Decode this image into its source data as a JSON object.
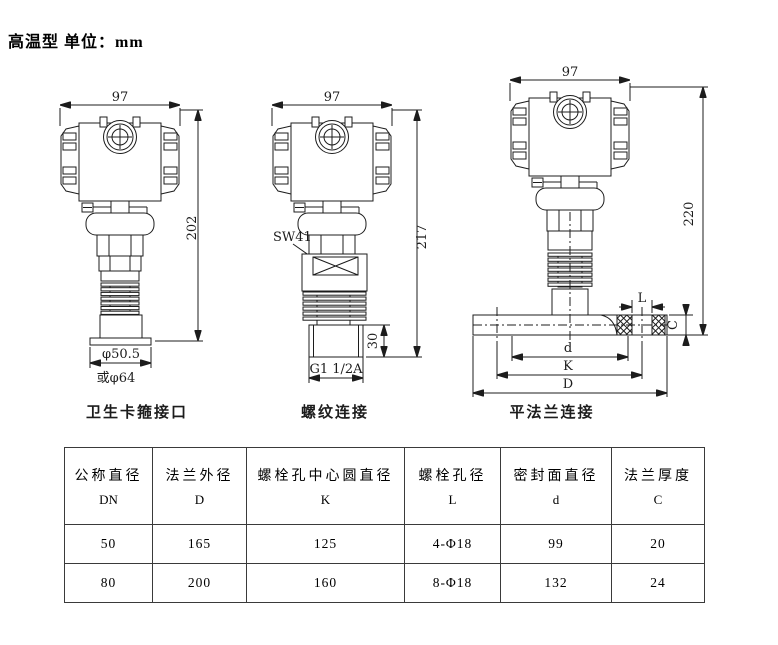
{
  "page": {
    "title": "高温型 单位：mm"
  },
  "drawings": {
    "clamp": {
      "caption": "卫生卡箍接口",
      "width_dim": "97",
      "height_dim": "202",
      "tip_dia": "φ50.5",
      "tip_dia_alt": "或φ64"
    },
    "thread": {
      "caption": "螺纹连接",
      "width_dim": "97",
      "height_dim": "217",
      "wrench_label": "SW41",
      "thread_len": "30",
      "thread_spec": "G1 1/2A"
    },
    "flange": {
      "caption": "平法兰连接",
      "width_dim": "97",
      "height_dim": "220",
      "dim_L": "L",
      "dim_C": "C",
      "dim_d": "d",
      "dim_K": "K",
      "dim_D": "D"
    }
  },
  "table": {
    "columns": [
      {
        "cn": "公称直径",
        "code": "DN"
      },
      {
        "cn": "法兰外径",
        "code": "D"
      },
      {
        "cn": "螺栓孔中心圆直径",
        "code": "K"
      },
      {
        "cn": "螺栓孔径",
        "code": "L"
      },
      {
        "cn": "密封面直径",
        "code": "d"
      },
      {
        "cn": "法兰厚度",
        "code": "C"
      }
    ],
    "rows": [
      [
        "50",
        "165",
        "125",
        "4-Φ18",
        "99",
        "20"
      ],
      [
        "80",
        "200",
        "160",
        "8-Φ18",
        "132",
        "24"
      ]
    ]
  }
}
